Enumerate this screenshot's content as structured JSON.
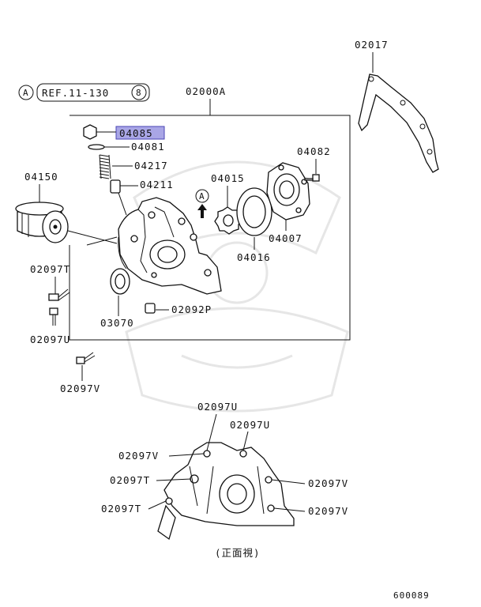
{
  "diagram": {
    "ref": {
      "prefix_symbol": "A",
      "text": "REF.11-130",
      "suffix_symbol": "8"
    },
    "assembly_label": "02000A",
    "top_right_label": "02017",
    "parts": {
      "p04085": "04085",
      "p04081": "04081",
      "p04217": "04217",
      "p04211": "04211",
      "p04150": "04150",
      "p04015": "04015",
      "p04082": "04082",
      "p04007": "04007",
      "p04016": "04016",
      "p03070": "03070",
      "p02092P": "02092P",
      "p02097T_a": "02097T",
      "p02097U_a": "02097U",
      "p02097V_a": "02097V"
    },
    "arrow_marker": "A",
    "highlight_color": "#a9a6e6",
    "front_view": {
      "u1": "02097U",
      "u2": "02097U",
      "v_left": "02097V",
      "t_upper": "02097T",
      "t_lower": "02097T",
      "v_right_upper": "02097V",
      "v_right_lower": "02097V",
      "caption": "(正面視)"
    },
    "figure_number": "600089"
  }
}
